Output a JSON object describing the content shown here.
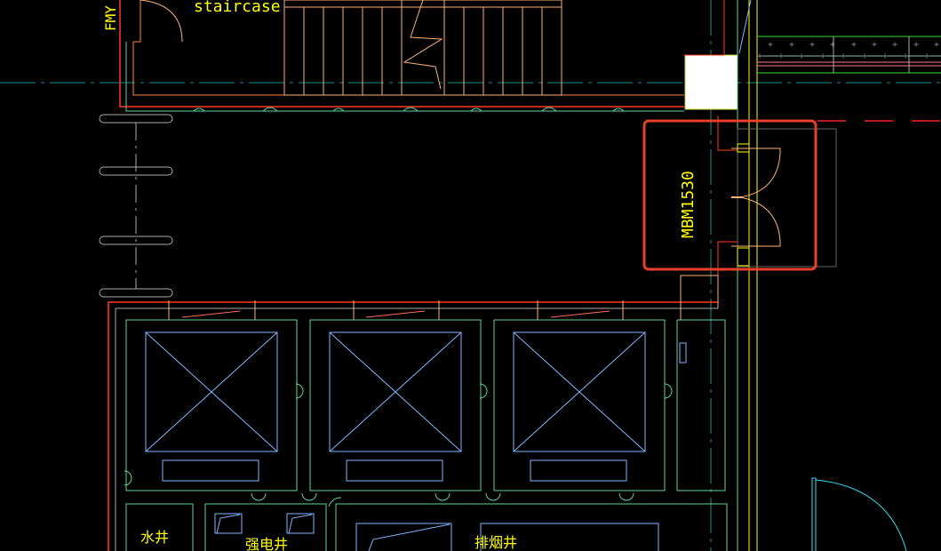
{
  "drawing": {
    "labels": {
      "staircase": "staircase",
      "fire_door": "FMY",
      "door_tag": "MBM1530",
      "water_shaft": "水井",
      "electric_shaft": "强电井",
      "smoke_shaft": "排烟井"
    },
    "colors": {
      "background": "#000000",
      "highlight": "#e8402a",
      "wall": "#ff3b1f",
      "stair": "#ffb27a",
      "green": "#5fd39a",
      "blue": "#7eb6ff",
      "text": "#ffff00",
      "axis": "#1a8f8f"
    }
  }
}
